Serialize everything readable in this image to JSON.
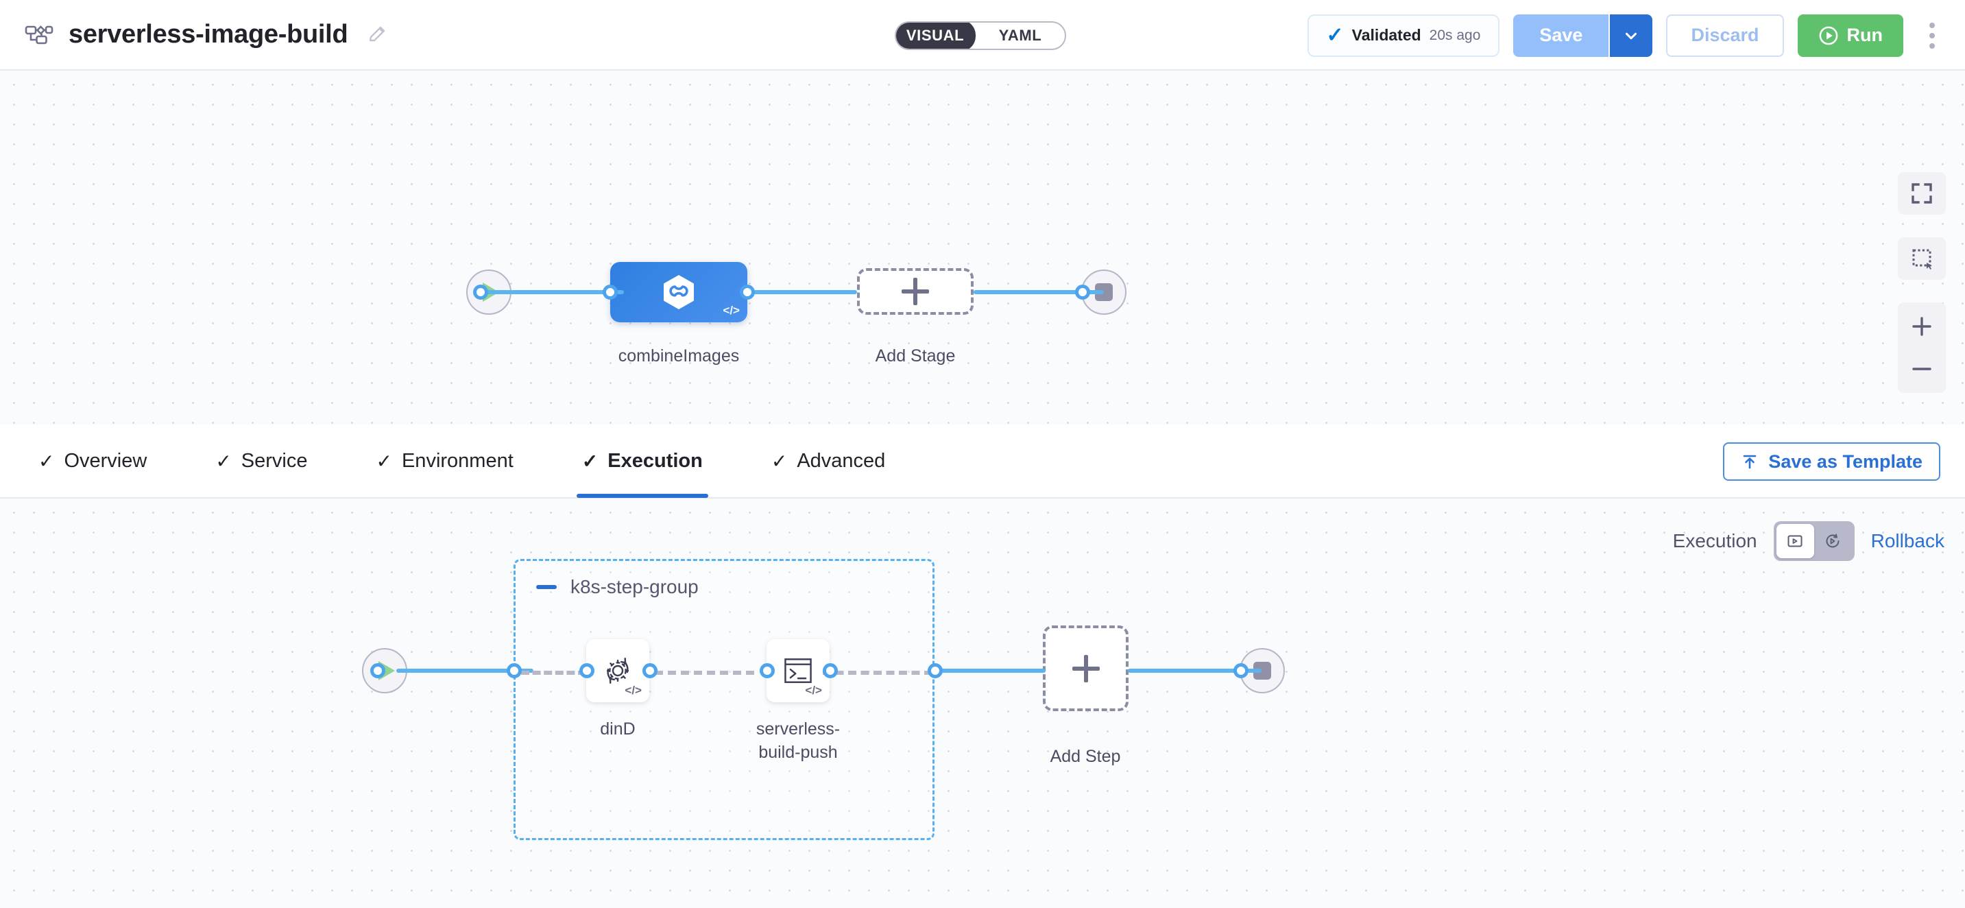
{
  "header": {
    "pipeline_icon": "pipeline-icon",
    "title": "serverless-image-build",
    "edit_icon": "pencil-edit-icon",
    "mode_toggle": {
      "active": "VISUAL",
      "inactive": "YAML"
    },
    "validation": {
      "icon": "check-icon",
      "label": "Validated",
      "time": "20s ago"
    },
    "save_label": "Save",
    "save_caret_icon": "chevron-down-icon",
    "discard_label": "Discard",
    "run_label": "Run",
    "run_icon": "play-circle-icon",
    "more_icon": "kebab-menu-icon"
  },
  "stage_canvas": {
    "start_node": {
      "icon": "play-icon"
    },
    "stage": {
      "name": "combineImages",
      "icon": "harness-ci-hexagon-icon",
      "badge": "</>",
      "color": "#3f8ae8"
    },
    "add_stage": {
      "label": "Add Stage",
      "icon": "plus-icon"
    },
    "end_node": {
      "icon": "stop-icon"
    },
    "tools": [
      {
        "name": "fit-to-screen-icon"
      },
      {
        "name": "selection-marquee-icon"
      },
      {
        "name": "zoom-in-icon"
      },
      {
        "name": "zoom-out-icon"
      }
    ]
  },
  "tabs": [
    {
      "label": "Overview",
      "checked": true,
      "active": false
    },
    {
      "label": "Service",
      "checked": true,
      "active": false
    },
    {
      "label": "Environment",
      "checked": true,
      "active": false
    },
    {
      "label": "Execution",
      "checked": true,
      "active": true
    },
    {
      "label": "Advanced",
      "checked": true,
      "active": false
    }
  ],
  "save_as_template": {
    "label": "Save as Template",
    "icon": "template-upload-icon"
  },
  "execution_bar": {
    "execution_label": "Execution",
    "rollback_label": "Rollback",
    "execution_icon": "execution-play-box-icon",
    "rollback_icon": "rollback-circular-arrow-icon",
    "selected": "Execution"
  },
  "step_canvas": {
    "start_node": {
      "icon": "play-icon"
    },
    "step_group": {
      "name": "k8s-step-group",
      "collapse_icon": "minus-icon",
      "border_color": "#56b0ee",
      "steps": [
        {
          "name": "dinD",
          "icon": "docker-in-docker-gear-icon",
          "badge": "</>"
        },
        {
          "name": "serverless-\nbuild-push",
          "icon": "terminal-run-icon",
          "badge": "</>"
        }
      ]
    },
    "add_step": {
      "label": "Add Step",
      "icon": "plus-icon"
    },
    "end_node": {
      "icon": "stop-icon"
    }
  },
  "colors": {
    "accent_blue": "#2a6fd4",
    "edge_blue": "#5bb3ef",
    "stage_blue": "#3f8ae8",
    "run_green": "#5fc16b",
    "canvas_bg": "#fafbfd",
    "dark_toggle": "#383846"
  }
}
